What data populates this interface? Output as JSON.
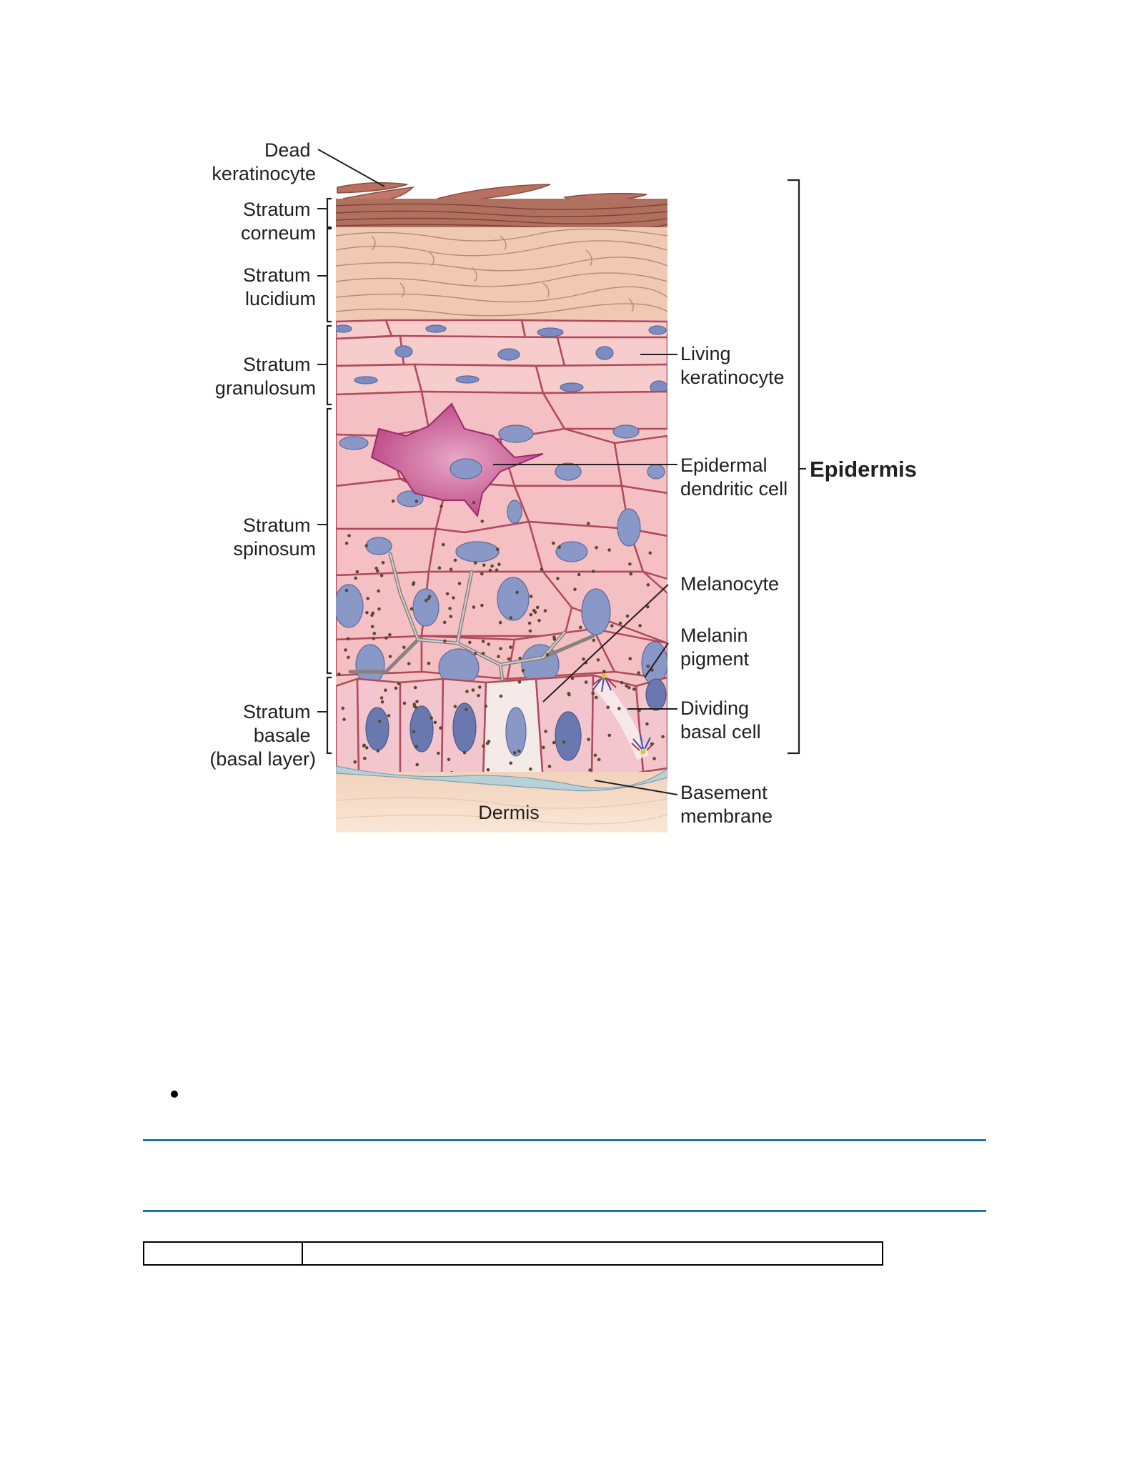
{
  "figure": {
    "labels": {
      "dead_keratinocyte": [
        "Dead",
        "keratinocyte"
      ],
      "stratum_corneum": [
        "Stratum",
        "corneum"
      ],
      "stratum_lucidium": [
        "Stratum",
        "lucidium"
      ],
      "stratum_granulosum": [
        "Stratum",
        "granulosum"
      ],
      "stratum_spinosum": [
        "Stratum",
        "spinosum"
      ],
      "stratum_basale": [
        "Stratum",
        "basale",
        "(basal layer)"
      ],
      "dermis": "Dermis",
      "living_keratinocyte": [
        "Living",
        "keratinocyte"
      ],
      "epidermal_dendritic_cell": [
        "Epidermal",
        "dendritic cell"
      ],
      "melanocyte": "Melanocyte",
      "melanin_pigment": [
        "Melanin",
        "pigment"
      ],
      "dividing_basal_cell": [
        "Dividing",
        "basal cell"
      ],
      "basement_membrane": [
        "Basement",
        "membrane"
      ],
      "epidermis": "Epidermis"
    },
    "colors": {
      "corneum": "#b07060",
      "lucidium": "#efc9b4",
      "cell_fill": "#f4c4c4",
      "cell_border": "#b04a5a",
      "nucleus": "#8a98c8",
      "dendritic_cell": "#c0508a",
      "melanin_dot": "#5a4a2a",
      "membrane": "#b8d0d8",
      "dermis": "#f5dcc8",
      "rule": "#1f77a8"
    }
  }
}
